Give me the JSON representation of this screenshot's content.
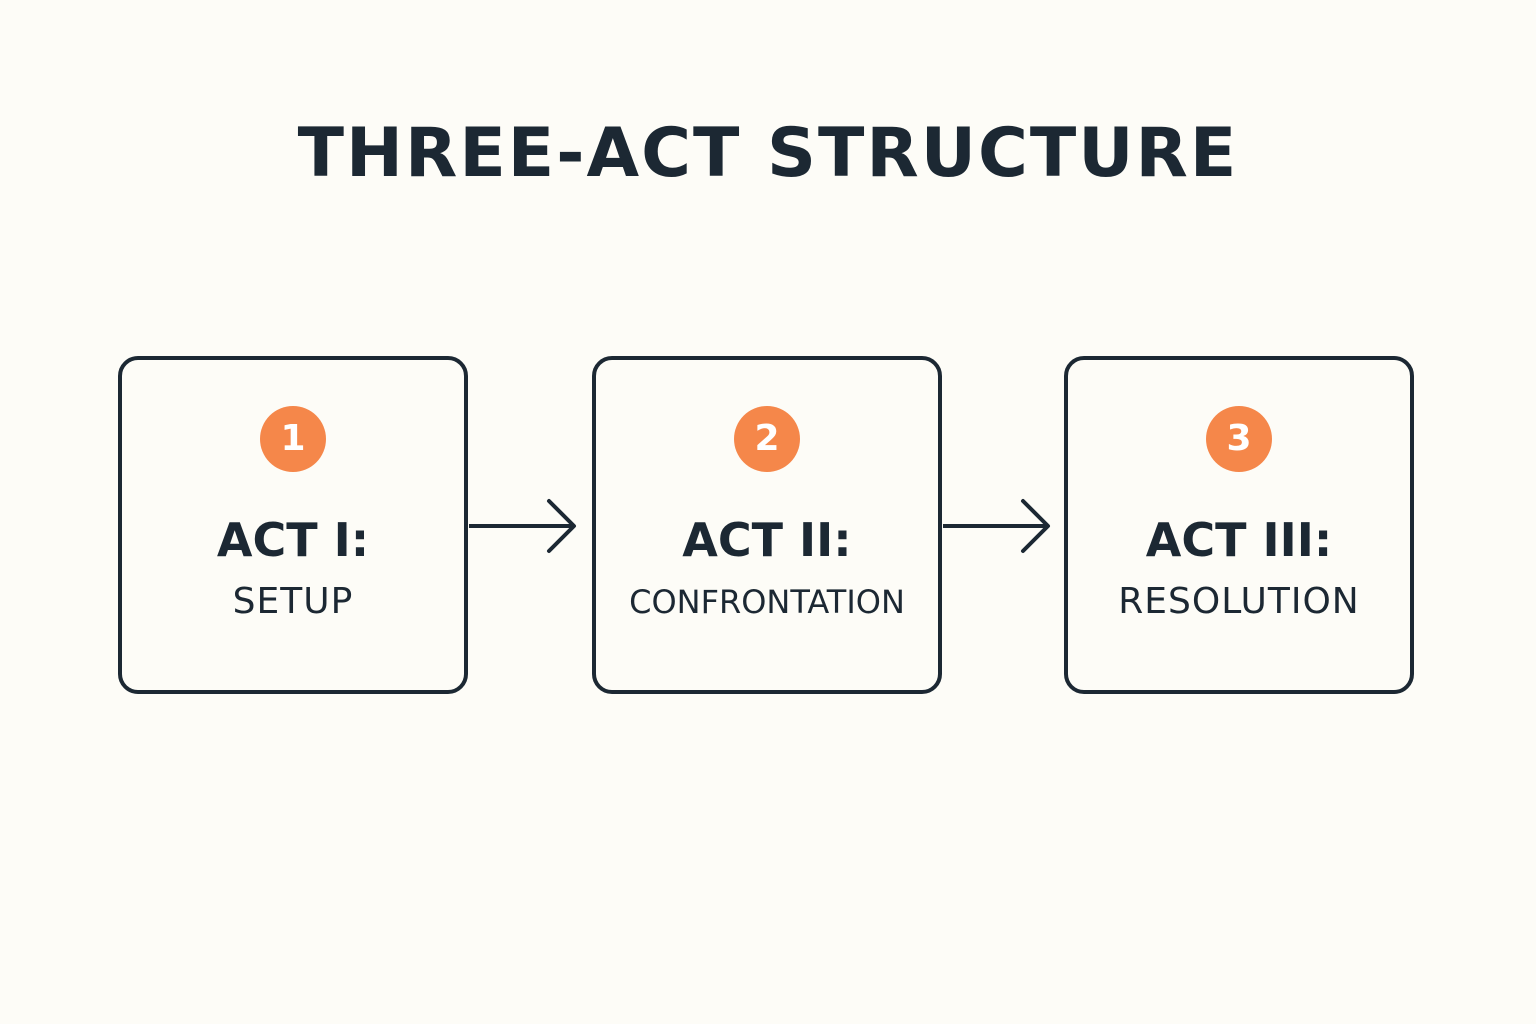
{
  "title": "THREE-ACT STRUCTURE",
  "colors": {
    "background": "#fdfcf7",
    "ink": "#1c2833",
    "accent": "#f5874a"
  },
  "acts": [
    {
      "number": "1",
      "title": "ACT I:",
      "subtitle": "SETUP"
    },
    {
      "number": "2",
      "title": "ACT II:",
      "subtitle": "CONFRONTATION"
    },
    {
      "number": "3",
      "title": "ACT III:",
      "subtitle": "RESOLUTION"
    }
  ],
  "connectors": [
    {
      "from": "ACT I:",
      "to": "ACT II:",
      "icon": "arrow-right-icon"
    },
    {
      "from": "ACT II:",
      "to": "ACT III:",
      "icon": "arrow-right-icon"
    }
  ]
}
